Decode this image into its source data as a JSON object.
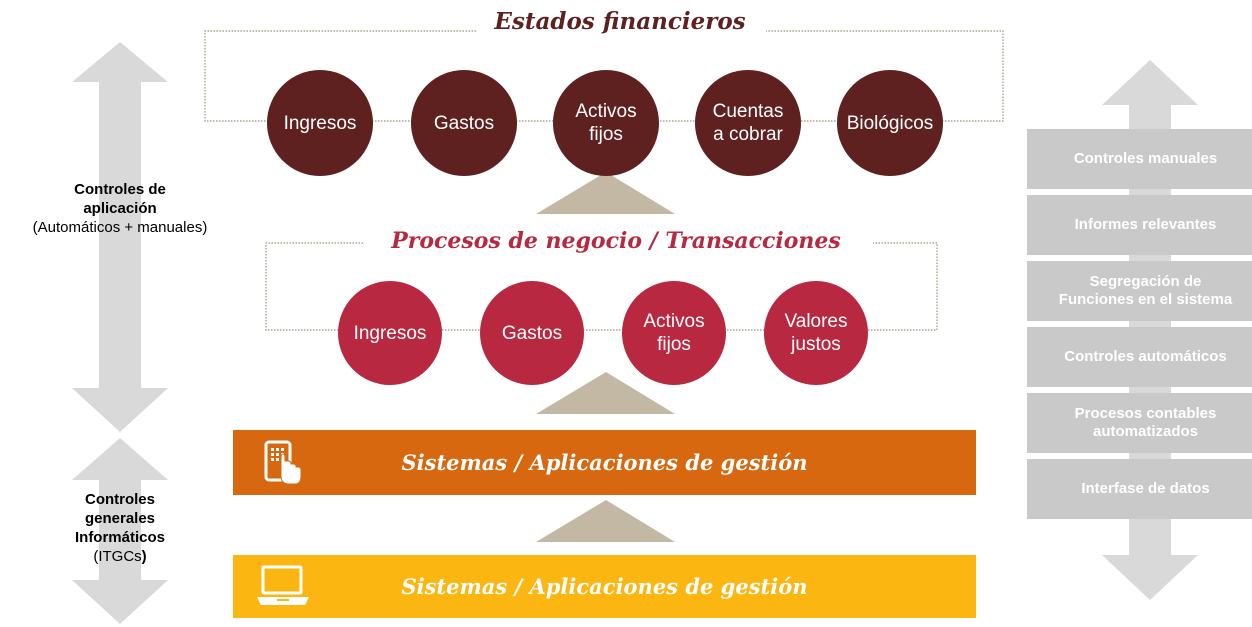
{
  "financial_statements": {
    "title": "Estados financieros",
    "items": [
      "Ingresos",
      "Gastos",
      "Activos\nfijos",
      "Cuentas\na cobrar",
      "Biológicos"
    ]
  },
  "business_processes": {
    "title": "Procesos de negocio / Transacciones",
    "items": [
      "Ingresos",
      "Gastos",
      "Activos\nfijos",
      "Valores\njustos"
    ]
  },
  "systems_bars": [
    {
      "label": "Sistemas / Aplicaciones de gestión",
      "icon": "tablet-touch-icon",
      "color": "#d7680f"
    },
    {
      "label": "Sistemas / Aplicaciones de gestión",
      "icon": "laptop-icon",
      "color": "#fbb612"
    }
  ],
  "left_labels": {
    "application_controls": {
      "title_1": "Controles de",
      "title_2": "aplicación",
      "subtitle": "(Automáticos + manuales)"
    },
    "itgc": {
      "title_1": "Controles",
      "title_2": "generales",
      "title_3": "Informáticos",
      "subtitle_pre": "(ITGCs",
      "subtitle_post": ")"
    }
  },
  "right_boxes": [
    "Controles manuales",
    "Informes relevantes",
    "Segregación de\nFunciones en el sistema",
    "Controles automáticos",
    "Procesos contables\nautomatizados",
    "Interfase de datos"
  ],
  "colors": {
    "dark_circle": "#5e2120",
    "red_circle": "#b82840",
    "title_dark": "#5e2120",
    "title_red": "#b82840",
    "triangle": "#c3b8a3",
    "arrow": "#d9d9d9",
    "box": "#c9c9c9"
  }
}
